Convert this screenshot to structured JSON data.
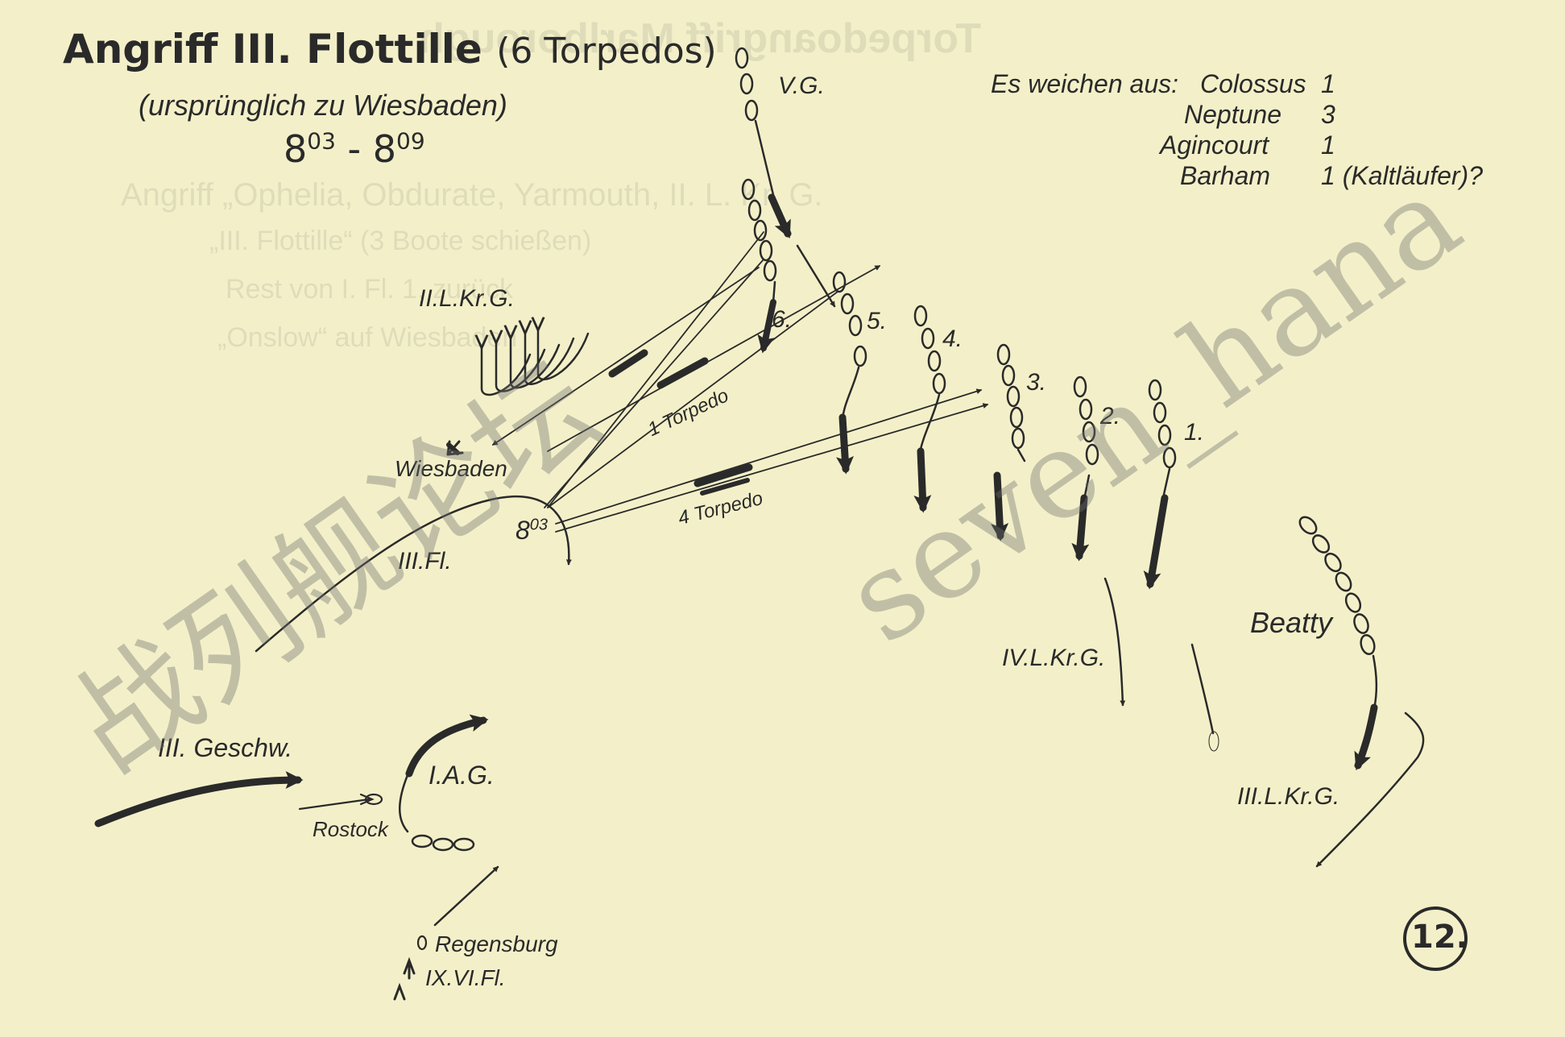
{
  "header": {
    "title_main": "Angriff III. Flottille",
    "title_paren": "(6 Torpedos)",
    "subtitle": "(ursprünglich zu Wiesbaden)",
    "time_start_hour": "8",
    "time_start_min": "03",
    "time_dash": " - ",
    "time_end_hour": "8",
    "time_end_min": "09"
  },
  "evasion": {
    "intro": "Es weichen aus:",
    "rows": [
      {
        "ship": "Colossus",
        "count": "1"
      },
      {
        "ship": "Neptune",
        "count": "3"
      },
      {
        "ship": "Agincourt",
        "count": "1"
      },
      {
        "ship": "Barham",
        "count": "1 (Kaltläufer)?"
      }
    ]
  },
  "labels": {
    "vg": "V.G.",
    "ii_lkrg": "II.L.Kr.G.",
    "wiesbaden": "Wiesbaden",
    "iii_fl": "III.Fl.",
    "time_803_hour": "8",
    "time_803_min": "03",
    "torpedo_1": "1 Torpedo",
    "torpedo_4": "4 Torpedo",
    "col_6": "6.",
    "col_5": "5.",
    "col_4": "4.",
    "col_3": "3.",
    "col_2": "2.",
    "col_1": "1.",
    "iv_lkrg": "IV.L.Kr.G.",
    "beatty": "Beatty",
    "iii_lkrg": "III.L.Kr.G.",
    "iii_geschw": "III. Geschw.",
    "iag": "I.A.G.",
    "rostock": "Rostock",
    "regensburg": "Regensburg",
    "ix_vi_fl": "IX.VI.Fl.",
    "map_number": "12."
  },
  "watermark": {
    "cjk": "战列舰论坛",
    "latin": "seven_hana"
  },
  "colors": {
    "paper": "#f3f0c9",
    "ink": "#2a2a2a",
    "watermark": "#7a7a7a"
  }
}
